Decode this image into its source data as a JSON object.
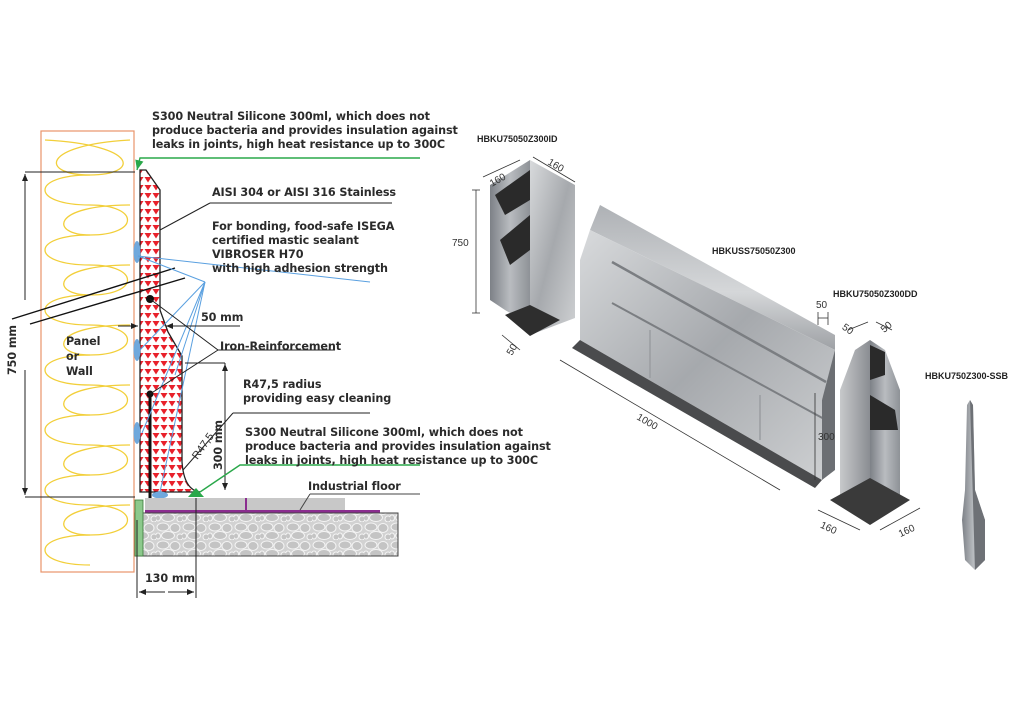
{
  "cross_section": {
    "callouts": {
      "silicone_top": "S300 Neutral Silicone 300ml, which does not\nproduce bacteria and provides insulation against\nleaks in joints, high heat resistance up to 300C",
      "stainless": "AISI 304 or AISI 316 Stainless",
      "sealant": "For bonding, food-safe ISEGA\ncertified mastic sealant\nVIBROSER H70\nwith high adhesion strength",
      "gap": "50 mm",
      "reinforcement": "Iron-Reinforcement",
      "radius": "R47,5 radius\nproviding easy cleaning",
      "silicone_bottom": "S300 Neutral Silicone 300ml, which does not\nproduce bacteria and provides insulation against\nleaks in joints, high heat resistance up to 300C",
      "floor": "Industrial floor",
      "panel": "Panel\nor\nWall"
    },
    "dimensions": {
      "height": "750 mm",
      "radius_label": "R47,5",
      "skirting_height": "300 mm",
      "base_width": "130 mm"
    },
    "colors": {
      "insulation_wave": "#f2cf3a",
      "panel_border": "#e8946a",
      "fill_red": "#e8202a",
      "silicone_line": "#2aa84a",
      "sealant_line": "#5aa0e0",
      "sealant_blob": "#6fa8dc",
      "floor_grey": "#c8c8c8",
      "membrane": "#8b2d8f"
    }
  },
  "products": [
    {
      "code": "HBKU75050Z300ID",
      "dims": [
        "160",
        "160",
        "750",
        "50"
      ]
    },
    {
      "code": "HBKUSS75050Z300",
      "dims": [
        "1000",
        "300",
        "50"
      ]
    },
    {
      "code": "HBKU75050Z300DD",
      "dims": [
        "50",
        "50",
        "160",
        "160"
      ]
    },
    {
      "code": "HBKU750Z300-SSB",
      "dims": []
    }
  ]
}
